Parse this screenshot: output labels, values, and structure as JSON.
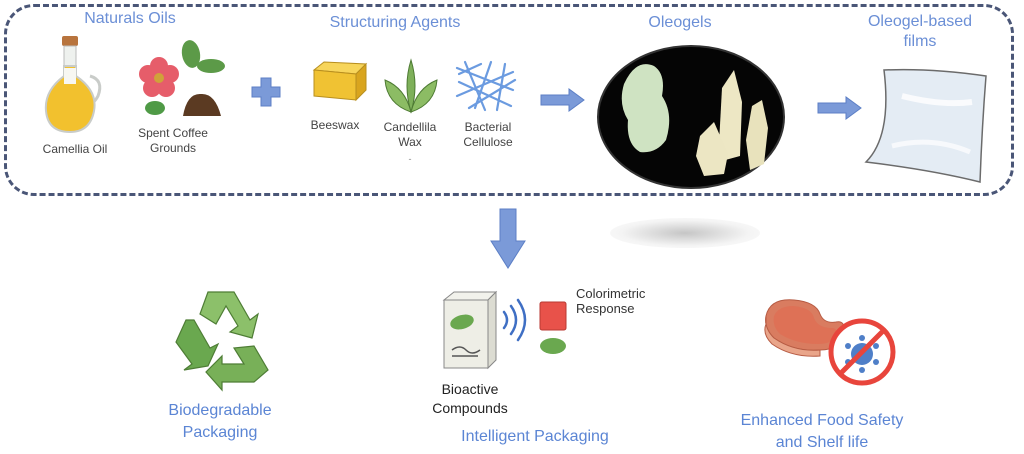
{
  "top_section": {
    "groups": {
      "natural_oils": "Naturals Oils",
      "structuring_agents": "Structuring Agents",
      "oleogels": "Oleogels",
      "films": "Oleogel-based films"
    },
    "films_line1": "Oleogel-based",
    "films_line2": "films",
    "items": {
      "camellia_oil": "Camellia Oil",
      "coffee_line1": "Spent Coffee",
      "coffee_line2": "Grounds",
      "beeswax": "Beeswax",
      "candelilla_line1": "Candellila",
      "candelilla_line2": "Wax",
      "cellulose_line1": "Bacterial",
      "cellulose_line2": "Cellulose",
      "stray_mark": "-"
    }
  },
  "bottom_section": {
    "biodegradable_line1": "Biodegradable",
    "biodegradable_line2": "Packaging",
    "bioactive_line1": "Bioactive",
    "bioactive_line2": "Compounds",
    "colorimetric_line1": "Colorimetric",
    "colorimetric_line2": "Response",
    "intelligent": "Intelligent Packaging",
    "safety_line1": "Enhanced Food Safety",
    "safety_line2": "and Shelf life"
  },
  "colors": {
    "title_blue": "#6b8fd6",
    "arrow_blue": "#7b9ad8",
    "frame_border": "#4a5677",
    "recycle_green": "#6aa84f",
    "prohibit_red": "#e8453c"
  }
}
